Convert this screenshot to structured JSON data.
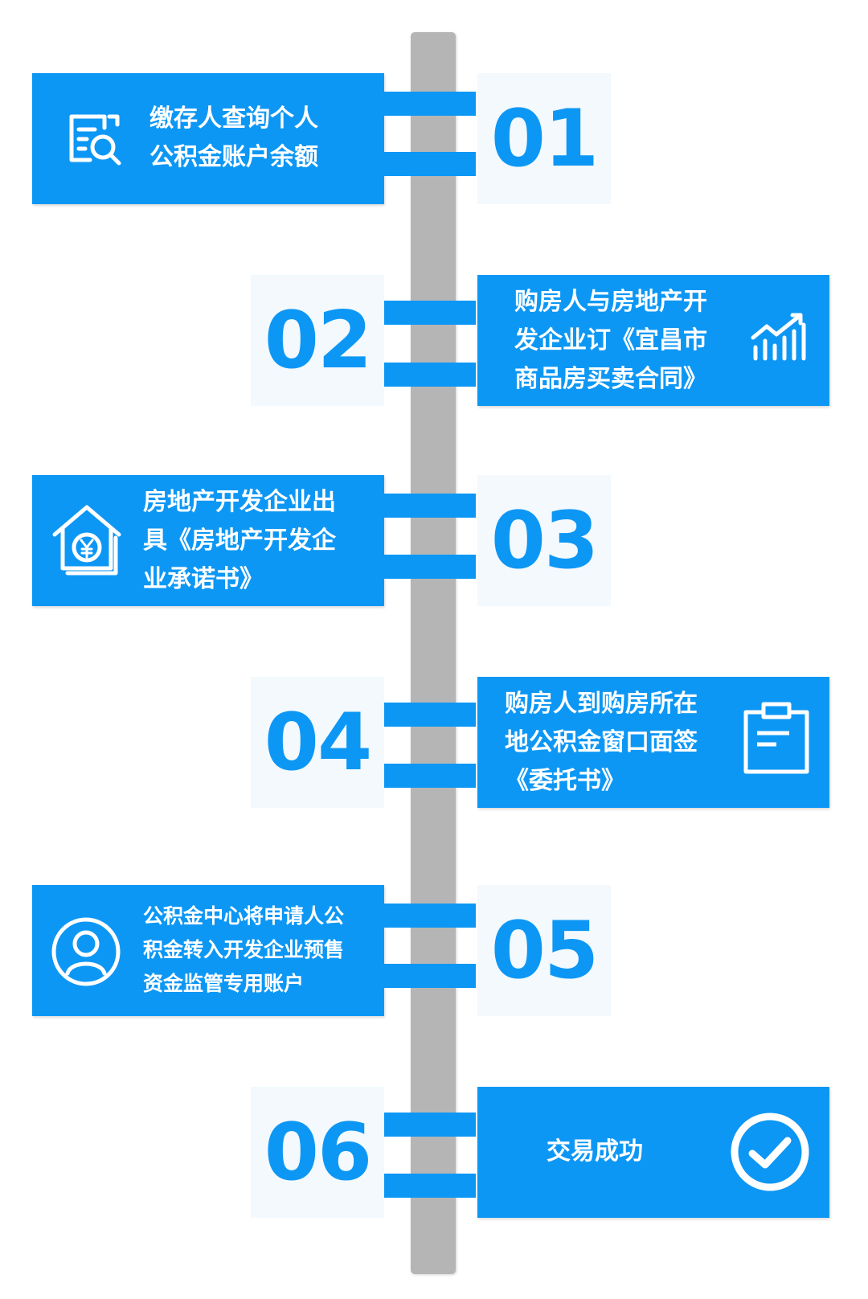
{
  "colors": {
    "accent": "#0d97f5",
    "spine": "#b5b5b5",
    "number_box": "#f3f9fd"
  },
  "steps": [
    {
      "number": "01",
      "lines": [
        "缴存人查询个人",
        "公积金账户余额"
      ],
      "icon": "search-document-icon"
    },
    {
      "number": "02",
      "lines": [
        "购房人与房地产开",
        "发企业订《宜昌市",
        "商品房买卖合同》"
      ],
      "icon": "bar-chart-trend-icon"
    },
    {
      "number": "03",
      "lines": [
        "房地产开发企业出",
        "具《房地产开发企",
        "业承诺书》"
      ],
      "icon": "house-money-icon"
    },
    {
      "number": "04",
      "lines": [
        "购房人到购房所在",
        "地公积金窗口面签",
        "《委托书》"
      ],
      "icon": "clipboard-icon"
    },
    {
      "number": "05",
      "lines": [
        "公积金中心将申请人公",
        "积金转入开发企业预售",
        "资金监管专用账户"
      ],
      "icon": "user-icon"
    },
    {
      "number": "06",
      "lines": [
        "交易成功"
      ],
      "icon": "checkmark-circle-icon"
    }
  ]
}
